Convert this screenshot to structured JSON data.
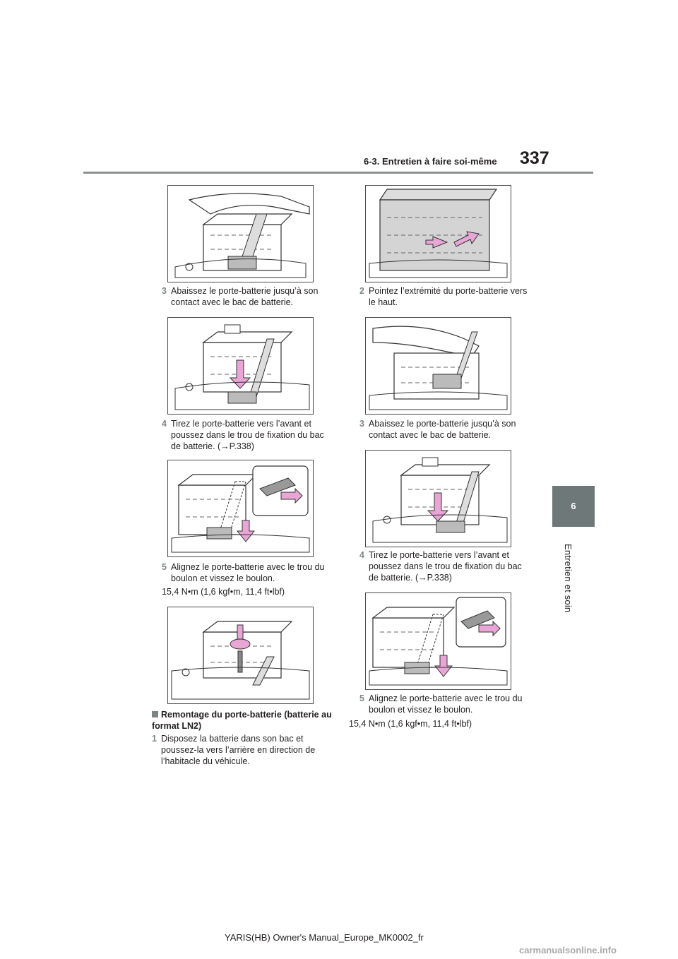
{
  "header": {
    "section": "6-3. Entretien à faire soi-même",
    "page_number": "337"
  },
  "side_tab": {
    "number": "6",
    "label": "Entretien et soin"
  },
  "left_column": {
    "step3": {
      "num": "3",
      "text": "Abaissez le porte-batterie jusqu’à son contact avec le bac de batterie."
    },
    "step4": {
      "num": "4",
      "text": "Tirez le porte-batterie vers l’avant et poussez dans le trou de fixation du bac de batterie. (→P.338)"
    },
    "step5": {
      "num": "5",
      "text": "Alignez le porte-batterie avec le trou du boulon et vissez le boulon."
    },
    "torque": "15,4 N•m (1,6 kgf•m, 11,4 ft•lbf)",
    "section_heading": "Remontage du porte-batterie (batterie au format LN2)",
    "step1": {
      "num": "1",
      "text": "Disposez la batterie dans son bac et poussez-la vers l’arrière en direction de l’habitacle du véhicule."
    }
  },
  "right_column": {
    "step2": {
      "num": "2",
      "text": "Pointez l’extrémité du porte-batterie vers le haut."
    },
    "step3": {
      "num": "3",
      "text": "Abaissez le porte-batterie jusqu’à son contact avec le bac de batterie."
    },
    "step4": {
      "num": "4",
      "text": "Tirez le porte-batterie vers l’avant et poussez dans le trou de fixation du bac de batterie. (→P.338)"
    },
    "step5": {
      "num": "5",
      "text": "Alignez le porte-batterie avec le trou du boulon et vissez le boulon."
    },
    "torque": "15,4 N•m (1,6 kgf•m, 11,4 ft•lbf)"
  },
  "footer": {
    "text": "YARIS(HB) Owner's Manual_Europe_MK0002_fr"
  },
  "watermark": {
    "text": "carmanualsonline.info"
  },
  "colors": {
    "accent_gray": "#7d8787",
    "tab_bg": "#6e7878",
    "arrow_pink": "#e8a6d6"
  }
}
